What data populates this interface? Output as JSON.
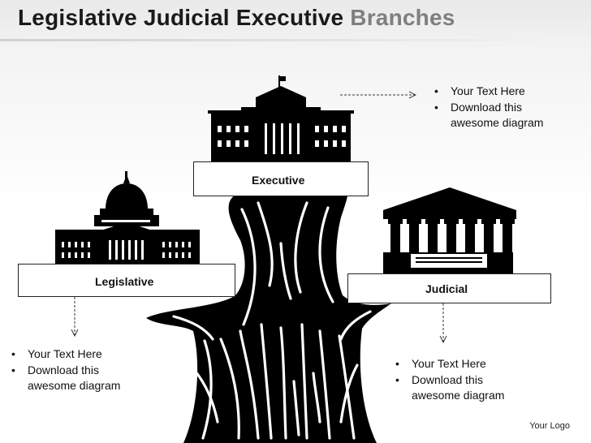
{
  "title": {
    "main": "Legislative Judicial Executive",
    "sub": "Branches"
  },
  "branches": {
    "executive": {
      "label": "Executive"
    },
    "legislative": {
      "label": "Legislative"
    },
    "judicial": {
      "label": "Judicial"
    }
  },
  "notes": {
    "executive": [
      "Your Text Here",
      "Download this awesome diagram"
    ],
    "legislative": [
      "Your Text Here",
      "Download this awesome diagram"
    ],
    "judicial": [
      "Your Text Here",
      "Download this awesome diagram"
    ]
  },
  "logo": "Your Logo"
}
